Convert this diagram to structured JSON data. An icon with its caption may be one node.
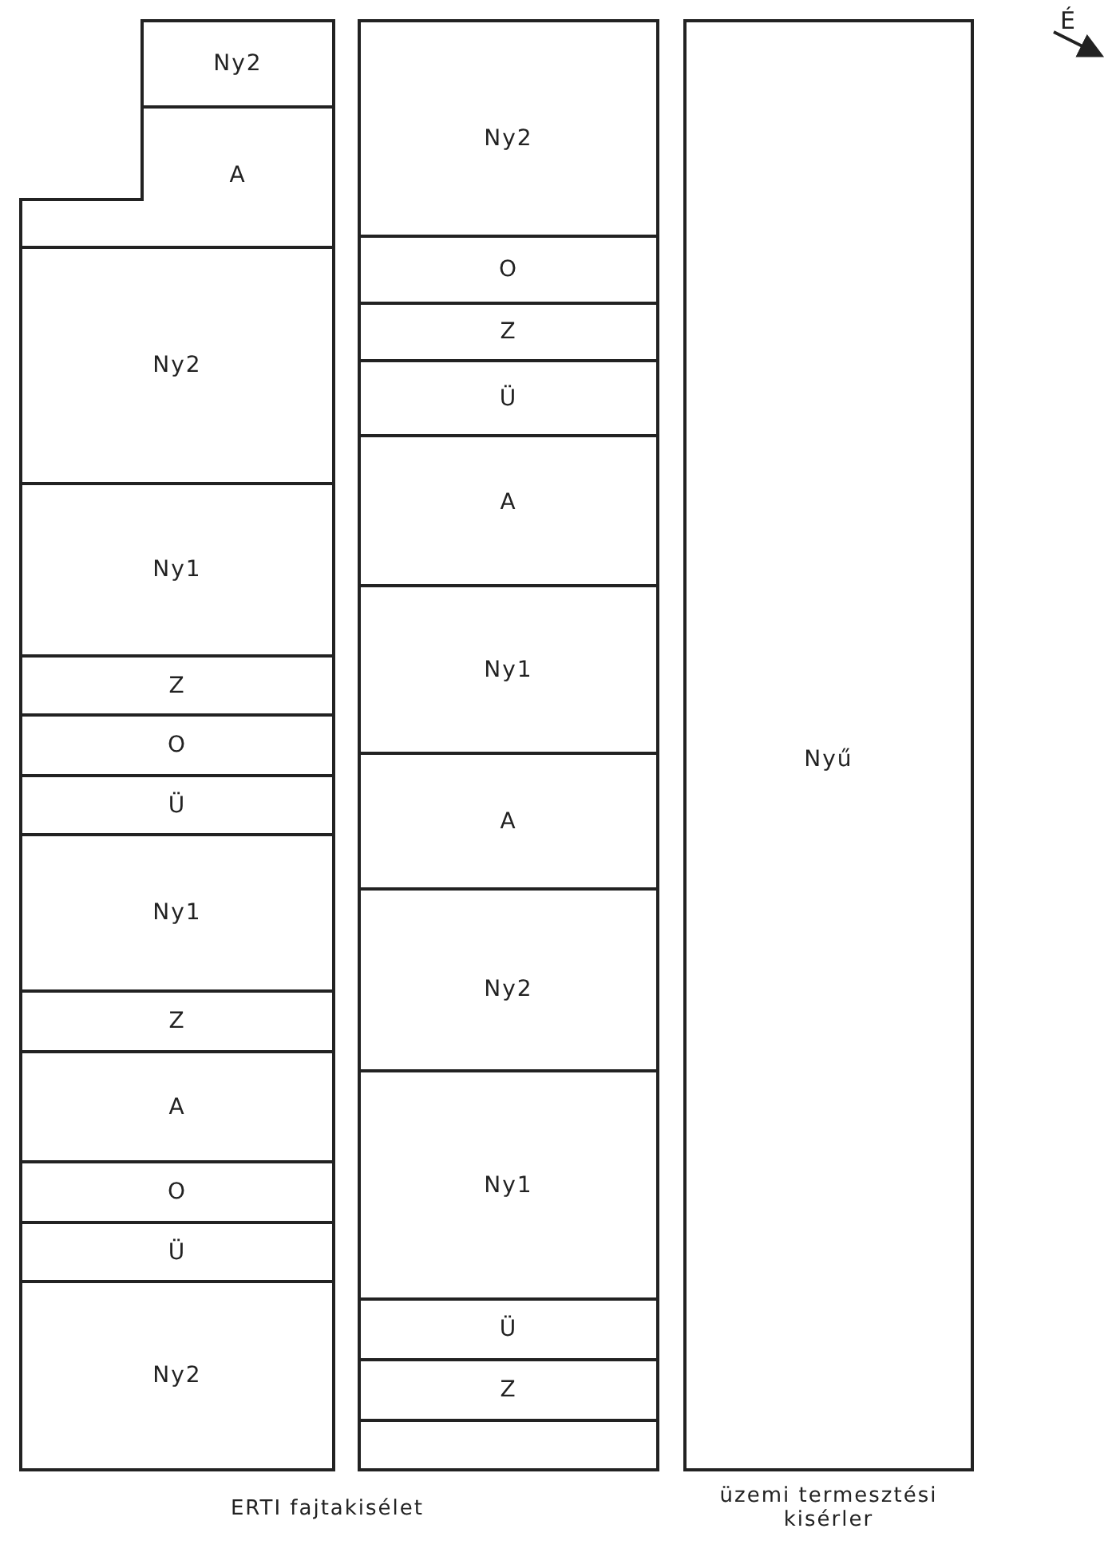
{
  "diagram": {
    "nodes": [
      {
        "text": [
          "Ny2"
        ]
      },
      {
        "text": [
          "A"
        ]
      },
      {
        "text": [
          "Ny2"
        ]
      },
      {
        "text": [
          "Ny1"
        ]
      },
      {
        "text": [
          "Z"
        ]
      },
      {
        "text": [
          "O"
        ]
      },
      {
        "text": [
          "Ü"
        ]
      },
      {
        "text": [
          "Ny1"
        ]
      },
      {
        "text": [
          "Z"
        ]
      },
      {
        "text": [
          "A"
        ]
      },
      {
        "text": [
          "O"
        ]
      },
      {
        "text": [
          "Ü"
        ]
      },
      {
        "text": [
          "Ny2"
        ]
      },
      {
        "text": [
          "Ny2"
        ]
      },
      {
        "text": [
          "O"
        ]
      },
      {
        "text": [
          "Z"
        ]
      },
      {
        "text": [
          "Ü"
        ]
      },
      {
        "text": [
          "A"
        ]
      },
      {
        "text": [
          "Ny1"
        ]
      },
      {
        "text": [
          "A"
        ]
      },
      {
        "text": [
          "Ny2"
        ]
      },
      {
        "text": [
          "Ny1"
        ]
      },
      {
        "text": [
          "Ü"
        ]
      },
      {
        "text": [
          "Z"
        ]
      },
      {
        "text": [],
        "shape": "box"
      },
      {
        "text": [
          "Nyű"
        ],
        "beside": [
          "üzemi termesztési kisérler"
        ]
      }
    ],
    "edges": [],
    "labels": [
      "É",
      "ERTI fajtakisélet"
    ]
  }
}
